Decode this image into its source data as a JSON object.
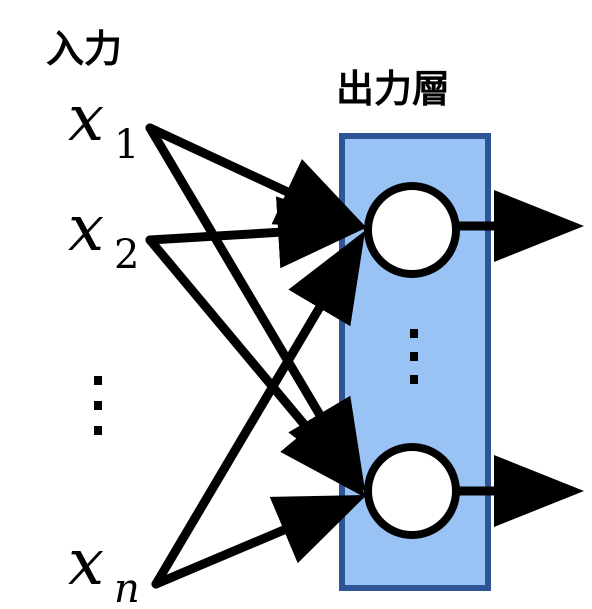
{
  "input_label": "入力",
  "output_layer_label": "出力層",
  "inputs": [
    {
      "base": "x",
      "sub": "1"
    },
    {
      "base": "x",
      "sub": "2"
    },
    {
      "base": "x",
      "sub": "n"
    }
  ],
  "colors": {
    "layer_fill": "#99c2f5",
    "layer_border": "#2f5597",
    "line": "#000000",
    "node_fill": "#ffffff"
  }
}
